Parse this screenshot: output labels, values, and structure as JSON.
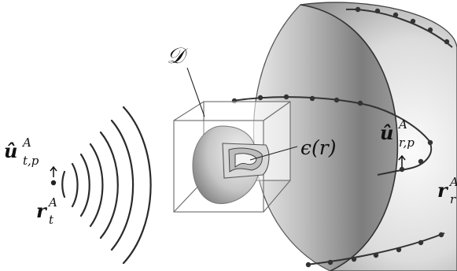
{
  "labels": {
    "domain": "𝒟",
    "permittivity": "ϵ(r)",
    "transmit_unit_base": "û",
    "transmit_unit_sup": "A",
    "transmit_unit_sub": "t,p",
    "transmit_pos_base": "r",
    "transmit_pos_sup": "A",
    "transmit_pos_sub": "t",
    "receive_unit_base": "û",
    "receive_unit_sup": "A",
    "receive_unit_sub": "r,p",
    "receive_pos_base": "r",
    "receive_pos_sup": "A",
    "receive_pos_sub": "r"
  },
  "colors": {
    "ink": "#111111",
    "sphere_light": "#f4f4f4",
    "sphere_dark": "#7a7a7a",
    "wave": "#2a2a2a",
    "box_edge": "#6a6a6a"
  }
}
